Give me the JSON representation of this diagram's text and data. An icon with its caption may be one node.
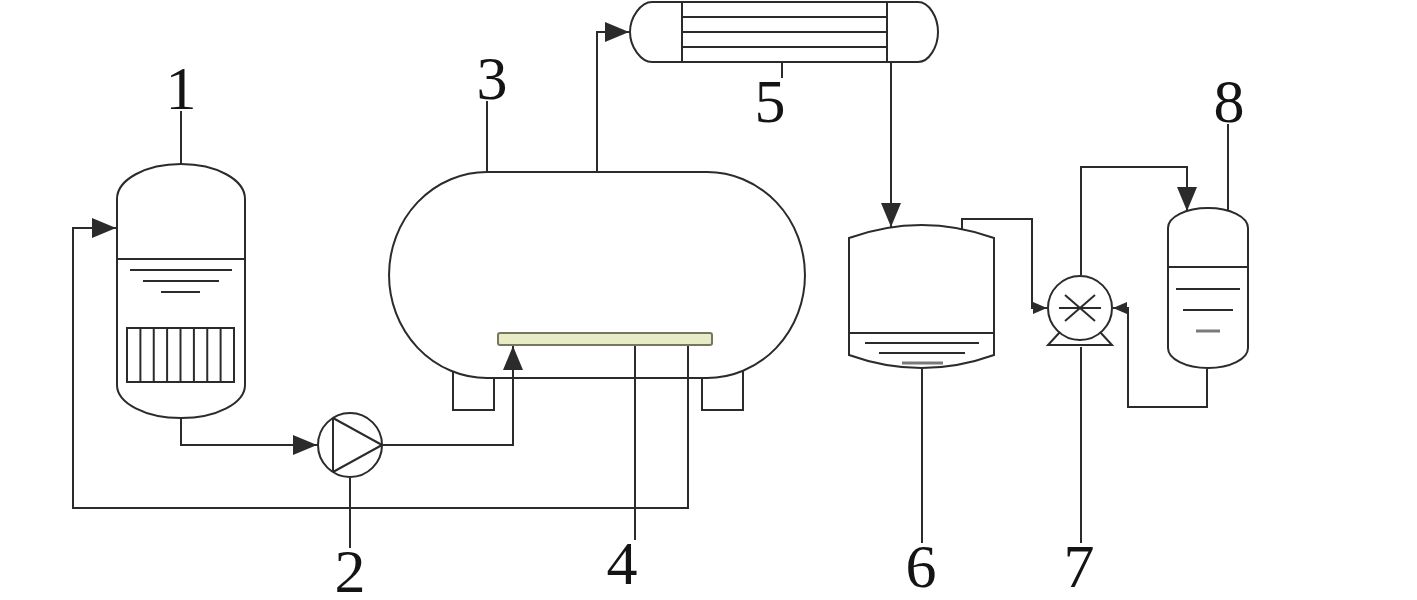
{
  "diagram": {
    "nodes": [
      {
        "text": [
          "1"
        ]
      },
      {
        "text": [],
        "shape": "cylinder"
      },
      {
        "text": [
          "2"
        ]
      },
      {
        "text": [],
        "shape": "circle"
      },
      {
        "text": [
          "3"
        ]
      },
      {
        "text": [],
        "shape": "cylinder"
      },
      {
        "text": [
          "4"
        ]
      },
      {
        "text": [],
        "shape": "bar",
        "in": 5
      },
      {
        "text": [
          "5"
        ]
      },
      {
        "text": [],
        "shape": "picture"
      },
      {
        "text": [
          "6"
        ]
      },
      {
        "text": [],
        "shape": "cylinder"
      },
      {
        "text": [
          "7"
        ]
      },
      {
        "text": [],
        "shape": "circle"
      },
      {
        "text": [
          "8"
        ]
      },
      {
        "text": [],
        "shape": "cylinder"
      }
    ],
    "edges": [
      {
        "from": 0,
        "to": 1,
        "arrow": "none"
      },
      {
        "from": 2,
        "to": 3,
        "arrow": "none"
      },
      {
        "from": 4,
        "to": 5,
        "arrow": "none"
      },
      {
        "from": 6,
        "to": 7,
        "arrow": "none"
      },
      {
        "from": 8,
        "to": 9,
        "arrow": "none"
      },
      {
        "from": 10,
        "to": 11,
        "arrow": "none"
      },
      {
        "from": 12,
        "to": 13,
        "arrow": "none"
      },
      {
        "from": 14,
        "to": 15,
        "arrow": "none"
      },
      {
        "from": 1,
        "to": 3,
        "arrow": "to"
      },
      {
        "from": 3,
        "to": 7,
        "arrow": "to"
      },
      {
        "from": 7,
        "to": 1,
        "arrow": "to"
      },
      {
        "from": 5,
        "to": 9,
        "arrow": "to"
      },
      {
        "from": 9,
        "to": 11,
        "arrow": "to"
      },
      {
        "from": 11,
        "to": 13,
        "arrow": "to"
      },
      {
        "from": 13,
        "to": 15,
        "arrow": "to"
      },
      {
        "from": 15,
        "to": 13,
        "arrow": "to"
      }
    ]
  }
}
